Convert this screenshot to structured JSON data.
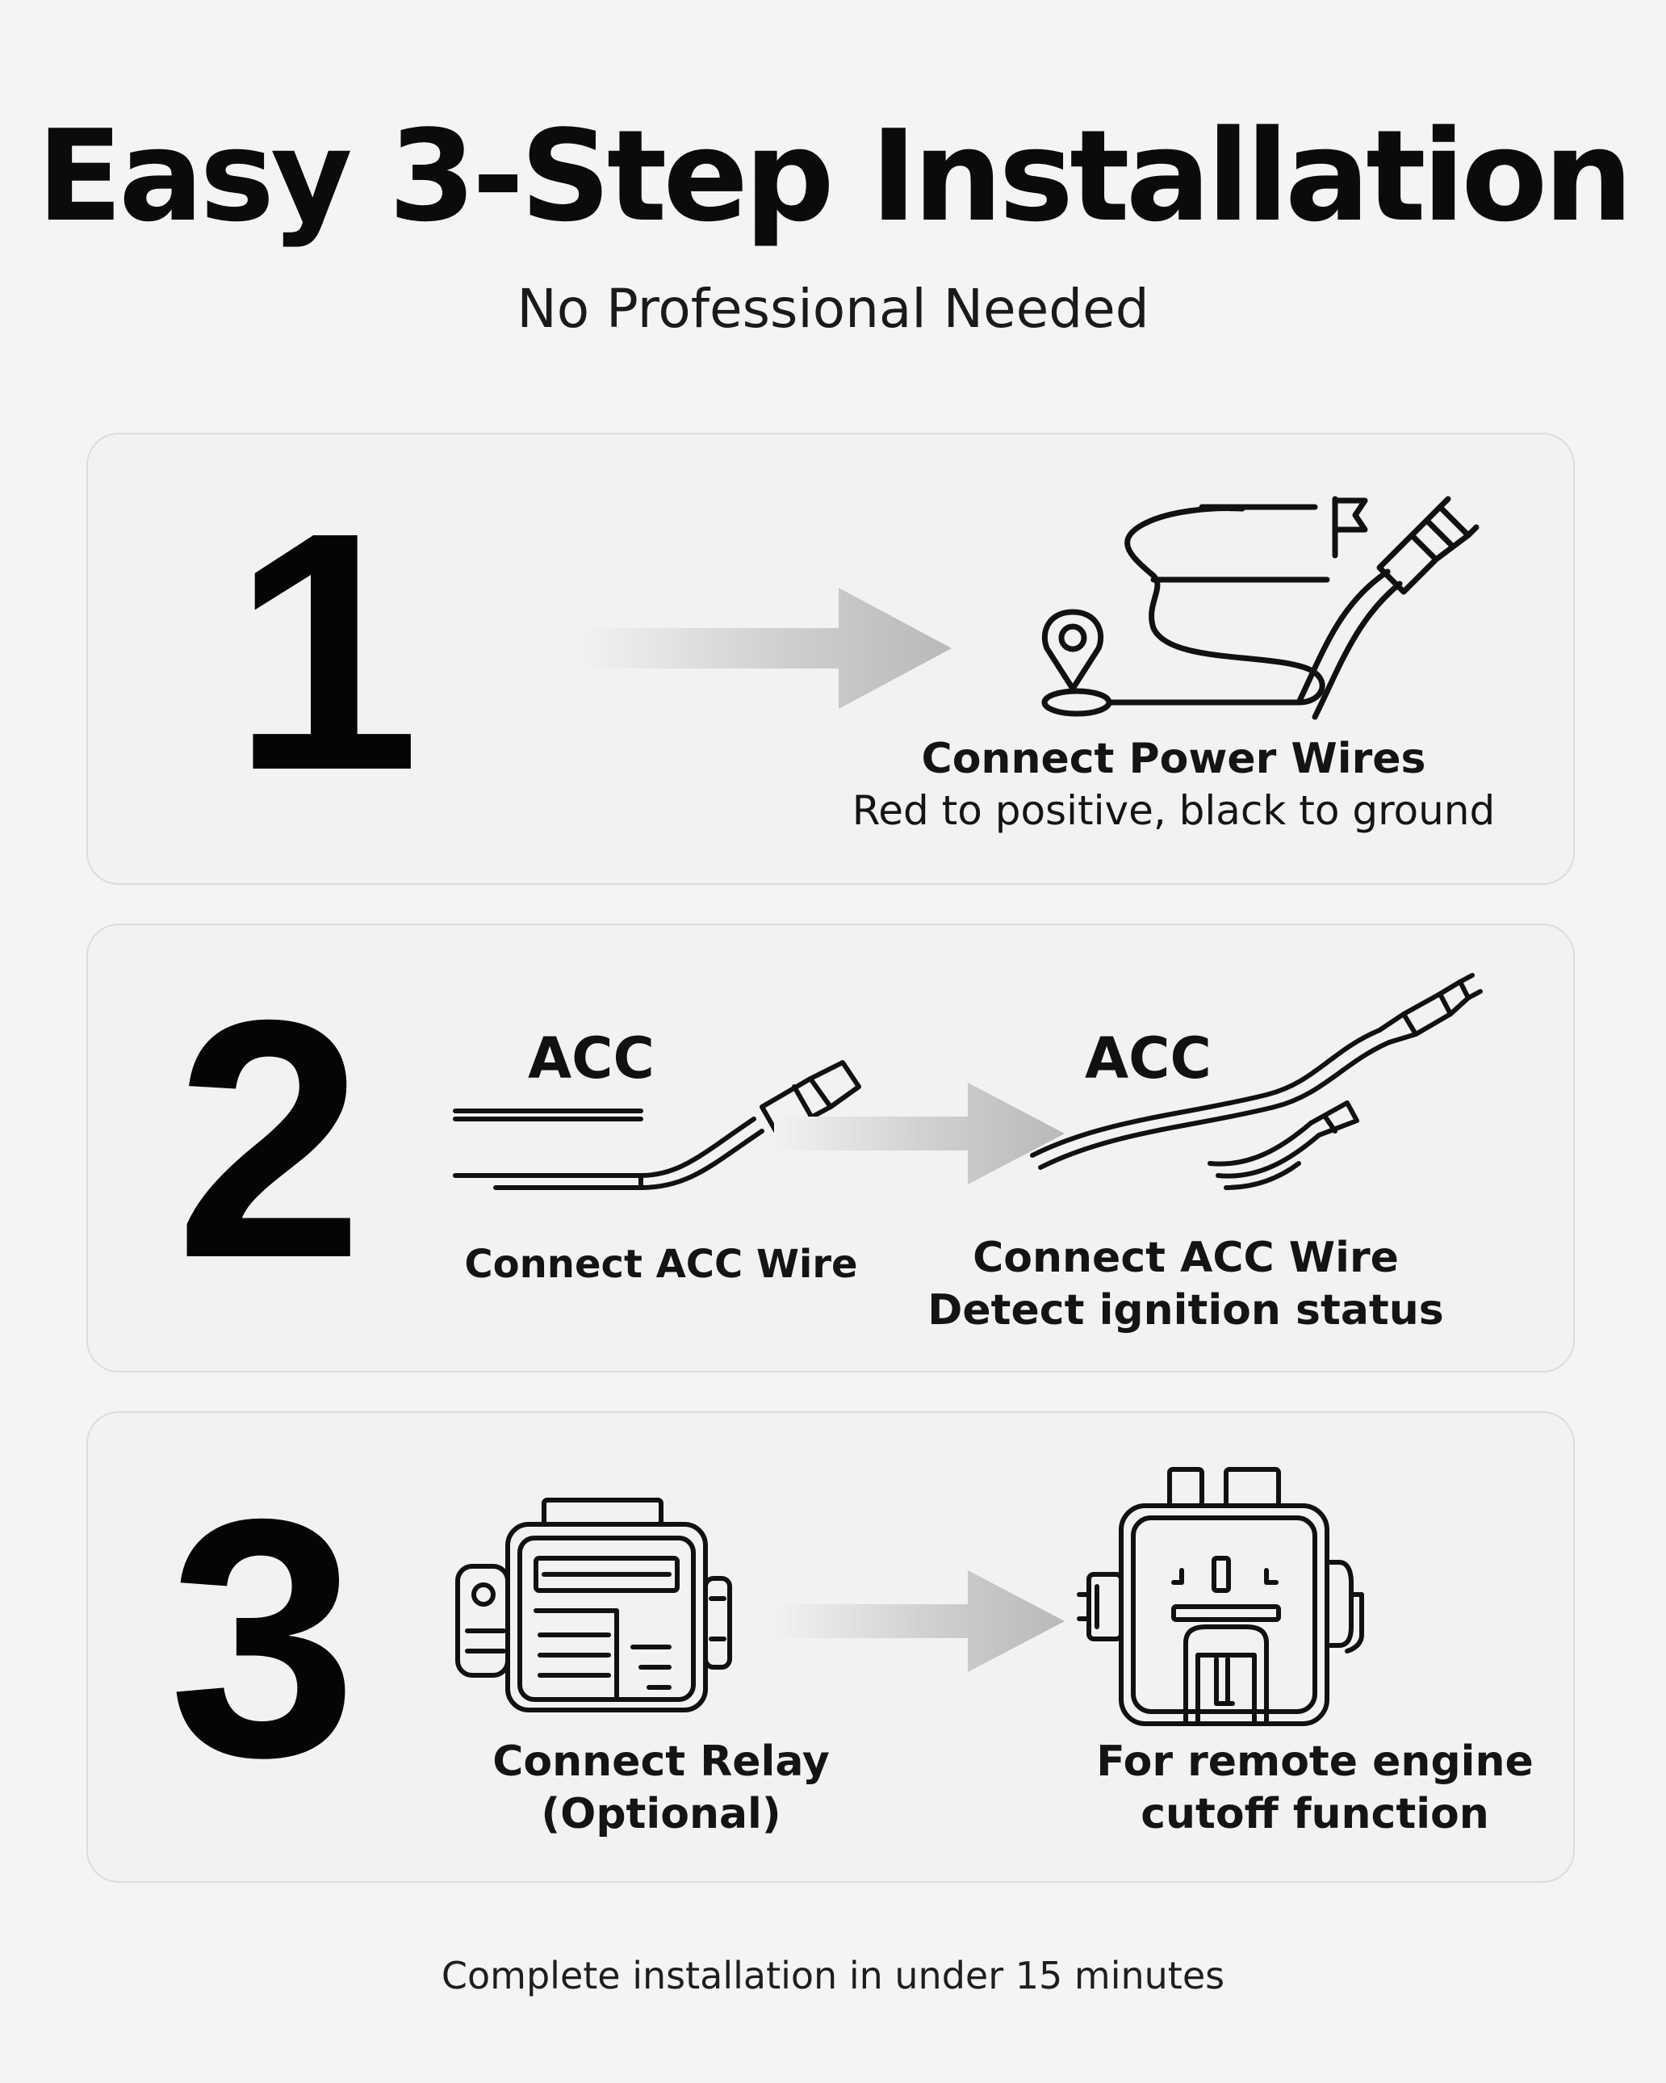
{
  "header": {
    "title": "Easy 3-Step Installation",
    "subtitle": "No Professional Needed"
  },
  "steps": [
    {
      "number": "1",
      "result": {
        "title": "Connect Power Wires",
        "detail": "Red to positive, black to ground"
      },
      "icons": [
        "location-pin-icon",
        "flag-icon",
        "power-plug-icon"
      ]
    },
    {
      "number": "2",
      "before": {
        "label": "ACC",
        "caption": "Connect ACC Wire"
      },
      "after": {
        "label": "ACC",
        "title": "Connect ACC Wire",
        "detail": "Detect ignition status"
      },
      "icons": [
        "acc-wire-icon",
        "acc-connector-icon"
      ]
    },
    {
      "number": "3",
      "before": {
        "line1": "Connect Relay",
        "line2": "(Optional)"
      },
      "after": {
        "line1": "For remote engine",
        "line2": "cutoff function"
      },
      "icons": [
        "gps-tracker-device-icon",
        "relay-icon"
      ]
    }
  ],
  "footer": {
    "note": "Complete installation in under 15 minutes"
  },
  "colors": {
    "background": "#f4f4f4",
    "card": "#f2f2f2",
    "border": "#dcdcdc",
    "arrow": "#bdbdbd",
    "ink": "#111111"
  }
}
